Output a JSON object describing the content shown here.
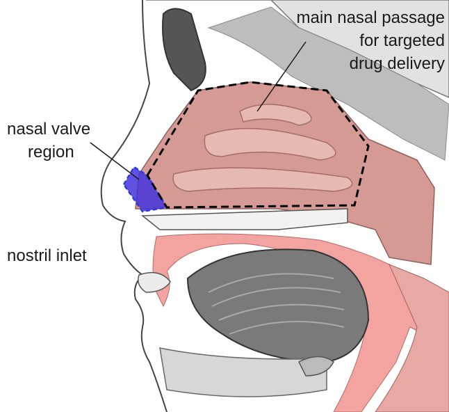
{
  "labels": {
    "main_passage_line1": "main nasal passage",
    "main_passage_line2": "for targeted",
    "main_passage_line3": "drug delivery",
    "valve_line1": "nasal valve",
    "valve_line2": "region",
    "nostril": "nostril inlet"
  },
  "colors": {
    "passage_tissue": "#d69a94",
    "airway_pink": "#f3a3a0",
    "valve_fill": "#4433dd",
    "valve_outline": "#2a3ad8",
    "dashed_outline": "#000000",
    "bone_gray": "#8c8c8c",
    "dark_gray": "#5a5a5a"
  }
}
